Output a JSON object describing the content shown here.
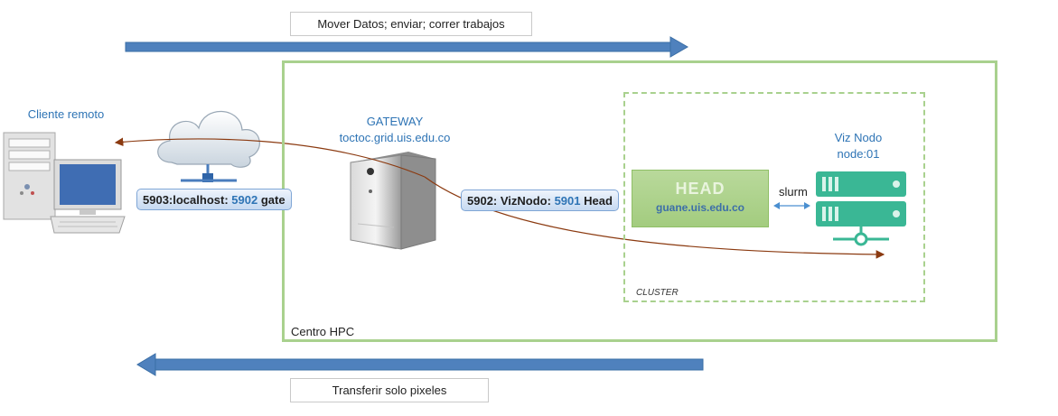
{
  "top_note": "Mover Datos; enviar; correr trabajos",
  "bottom_note": "Transferir solo pixeles",
  "client": {
    "label": "Cliente remoto"
  },
  "gateway": {
    "title": "GATEWAY",
    "host": "toctoc.grid.uis.edu.co"
  },
  "tunnel_left": {
    "prefix": "5903:localhost:",
    "port": "5902",
    "suffix": "gate"
  },
  "tunnel_right": {
    "prefix": "5902: VizNodo:",
    "port": "5901",
    "suffix": "Head"
  },
  "head": {
    "title": "HEAD",
    "host": "guane.uis.edu.co"
  },
  "slurm": "slurm",
  "viz_node": {
    "line1": "Viz Nodo",
    "line2": "node:01"
  },
  "cluster_label": "CLUSTER",
  "hpc_label": "Centro HPC",
  "colors": {
    "arrow_blue": "#4f81bd",
    "tunnel_line": "#8b3a10",
    "hpc_border": "#a9d18e",
    "server_teal": "#3ab795",
    "label_blue": "#2e74b5"
  },
  "icons": [
    "cloud-icon",
    "computer-icon",
    "tower-server-icon",
    "rack-server-icon"
  ]
}
